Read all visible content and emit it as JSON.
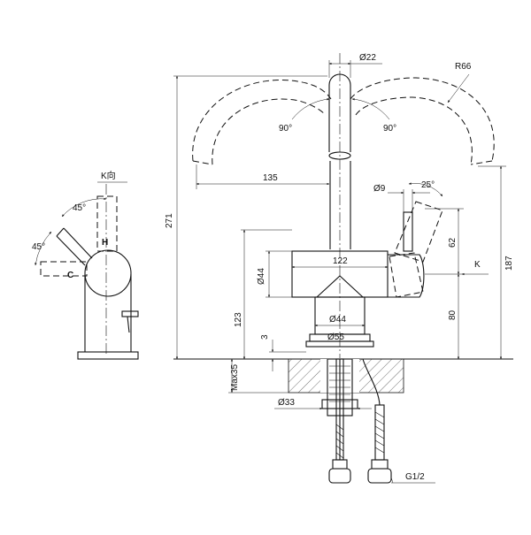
{
  "drawing": {
    "side_view": {
      "view_label": "K向",
      "angle_top": "45°",
      "angle_left": "45°",
      "hot_label": "H",
      "cold_label": "C"
    },
    "main_view": {
      "dim_spout_diameter": "Ø22",
      "dim_spout_radius": "R66",
      "swing_left": "90°",
      "swing_right": "90°",
      "dim_reach": "135",
      "dim_handle_diameter": "Ø9",
      "dim_handle_angle": "25°",
      "dim_total_height": "271",
      "dim_right_height": "187",
      "dim_handle_height": "62",
      "view_arrow_label": "K",
      "dim_body_width": "122",
      "dim_body_diameter": "Ø44",
      "dim_base_diameter": "Ø44",
      "dim_flange_diameter": "Ø55",
      "dim_body_height": "123",
      "dim_spacer": "3",
      "dim_lower_height": "80",
      "dim_max_thickness": "Max35",
      "dim_shank_diameter": "Ø33",
      "dim_thread": "G1/2"
    }
  }
}
